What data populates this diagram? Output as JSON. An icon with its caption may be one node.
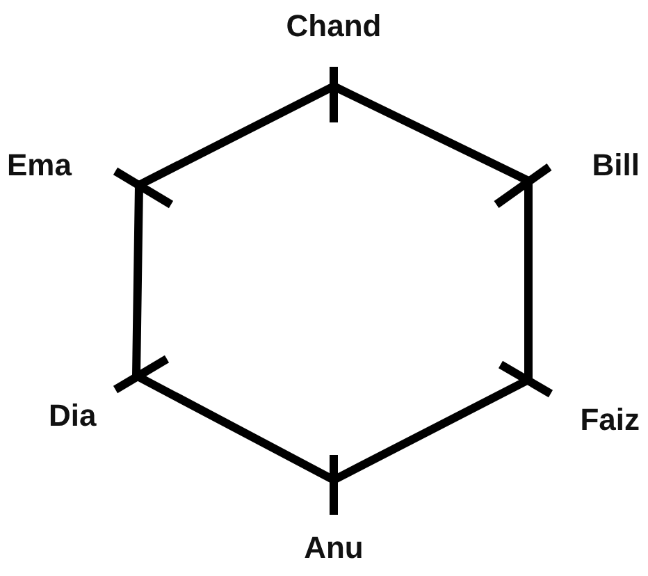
{
  "diagram": {
    "nodes": [
      {
        "text": [
          "Chand"
        ]
      },
      {
        "text": [
          "Ema"
        ]
      },
      {
        "text": [
          "Bill"
        ]
      },
      {
        "text": [
          "Dia"
        ]
      },
      {
        "text": [
          "Faiz"
        ]
      },
      {
        "text": [
          "Anu"
        ]
      }
    ],
    "edges": [
      {
        "from": 0,
        "to": 2,
        "arrow": "none"
      },
      {
        "from": 2,
        "to": 4,
        "arrow": "none"
      },
      {
        "from": 4,
        "to": 5,
        "arrow": "none"
      },
      {
        "from": 5,
        "to": 3,
        "arrow": "none"
      },
      {
        "from": 3,
        "to": 1,
        "arrow": "none"
      },
      {
        "from": 1,
        "to": 0,
        "arrow": "none"
      }
    ]
  }
}
